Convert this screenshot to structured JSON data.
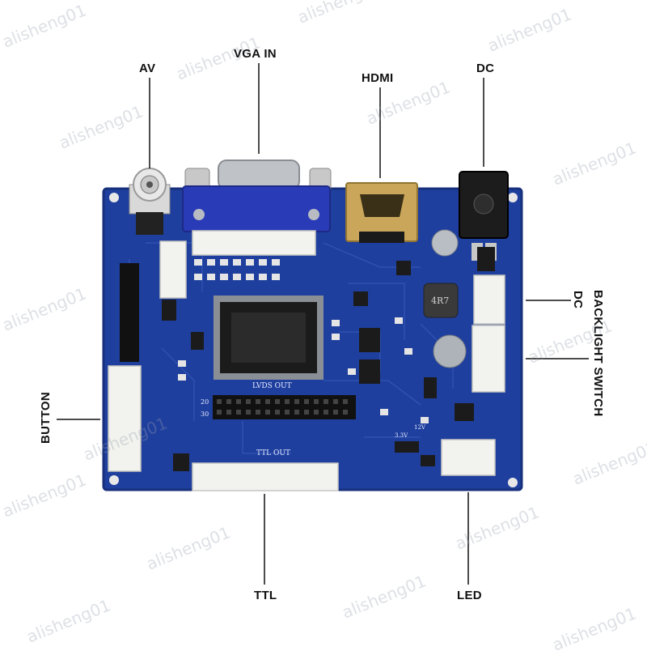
{
  "labels": {
    "av": "AV",
    "vga_in": "VGA IN",
    "hdmi": "HDMI",
    "dc_top": "DC",
    "backlight_dc": "DC",
    "backlight_switch": "BACKLIGHT SWITCH",
    "button": "BUTTON",
    "ttl": "TTL",
    "led": "LED"
  },
  "board_silkscreen": {
    "lvds_out": "LVDS OUT",
    "ttl_out": "TTL OUT",
    "pin_20": "20",
    "pin_30": "30",
    "inductor": "4R7",
    "v33": "3.3V",
    "v12": "12V"
  },
  "watermark": "alisheng01",
  "colors": {
    "board": "#1f3f9e",
    "board_edge": "#17307c",
    "trace": "#3558b8",
    "connector_white": "#f2f2ee",
    "chip": "#1b1b1b",
    "vga_blue": "#2a3bb8",
    "hdmi_gold": "#c9a65a",
    "metal": "#b8bcc2"
  }
}
